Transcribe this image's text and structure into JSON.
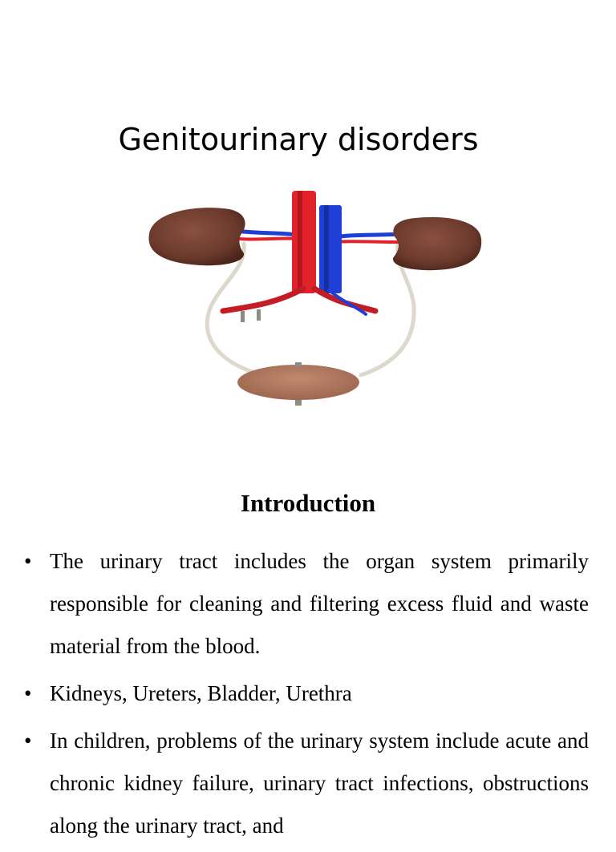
{
  "slide": {
    "title": "Genitourinary disorders"
  },
  "illustration": {
    "icon": "urinary-system-illustration",
    "colors": {
      "kidney": "#6b3a2c",
      "bladder": "#a9705a",
      "artery": "#e0222a",
      "vein": "#1f3fd6",
      "ureter": "#dcd9cc"
    }
  },
  "intro": {
    "heading": "Introduction",
    "bullet_glyph": "•",
    "bullets": [
      "The urinary tract includes the organ system primarily responsible for cleaning and filtering excess fluid and waste material from the blood.",
      "Kidneys, Ureters, Bladder, Urethra",
      "In children, problems of the urinary system include acute and chronic kidney failure, urinary tract infections, obstructions along the urinary tract, and"
    ]
  }
}
